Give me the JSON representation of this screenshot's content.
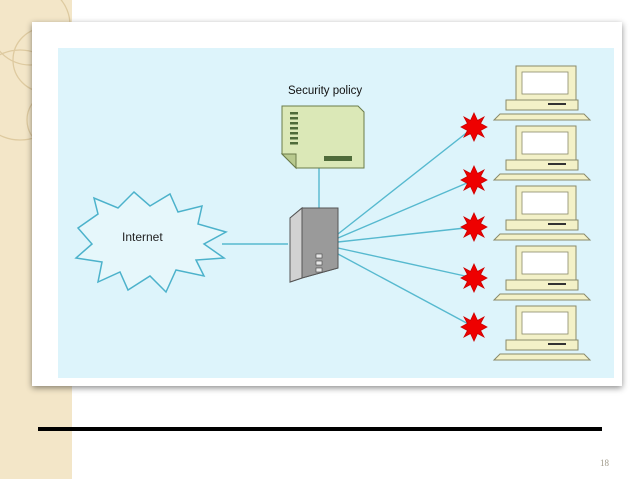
{
  "diagram": {
    "internet_label": "Internet",
    "policy_label": "Security policy"
  },
  "footer": {
    "page_number": "18"
  },
  "colors": {
    "panel_background": "#ddf4fb",
    "connector": "#56b9cf",
    "burst": "#ee0000",
    "internet_cloud": "#e6f7fb",
    "policy_doc": "#dbe8b7",
    "computer": "#f3f1c8"
  }
}
